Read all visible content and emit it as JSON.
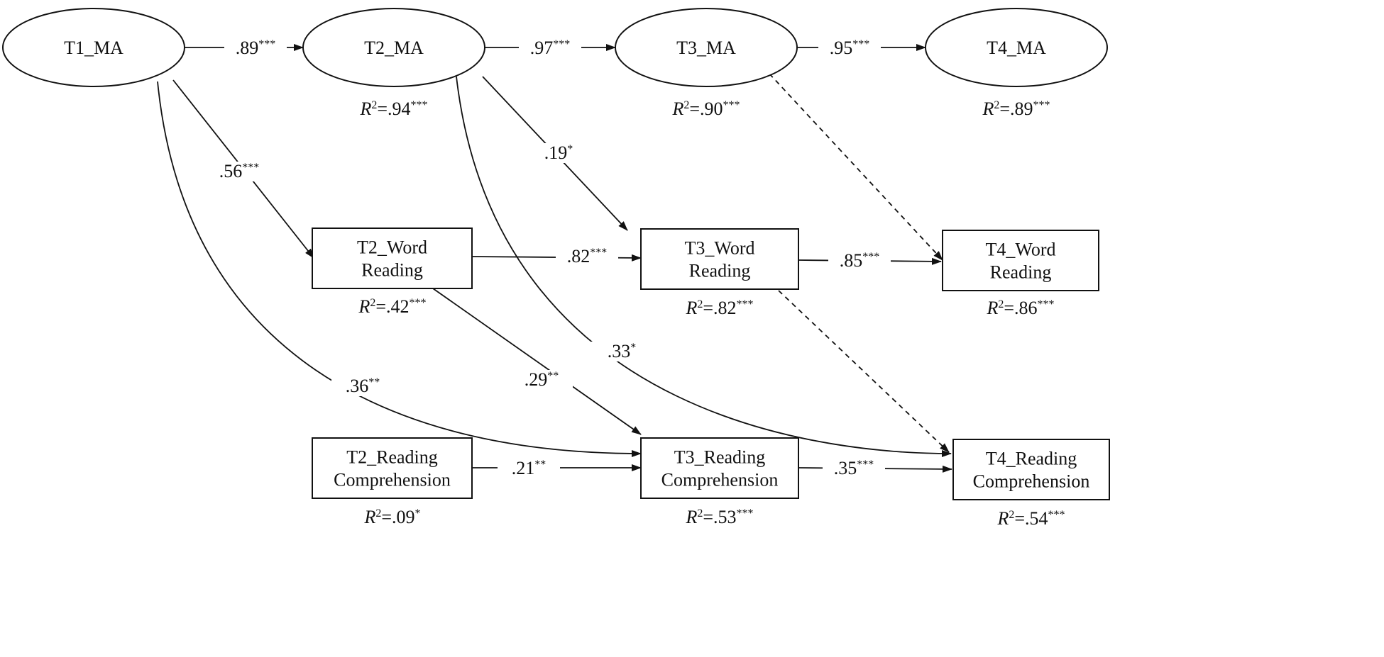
{
  "nodes": [
    {
      "id": "t1_ma",
      "shape": "ellipse",
      "lines": [
        "T1_MA"
      ],
      "r2": null
    },
    {
      "id": "t2_ma",
      "shape": "ellipse",
      "lines": [
        "T2_MA"
      ],
      "r2": {
        "prefix": "R",
        "sup": "2",
        "value": "=.94",
        "sig": "***"
      }
    },
    {
      "id": "t3_ma",
      "shape": "ellipse",
      "lines": [
        "T3_MA"
      ],
      "r2": {
        "prefix": "R",
        "sup": "2",
        "value": "=.90",
        "sig": "***"
      }
    },
    {
      "id": "t4_ma",
      "shape": "ellipse",
      "lines": [
        "T4_MA"
      ],
      "r2": {
        "prefix": "R",
        "sup": "2",
        "value": "=.89",
        "sig": "***"
      }
    },
    {
      "id": "t2_wr",
      "shape": "rect",
      "lines": [
        "T2_Word",
        "Reading"
      ],
      "r2": {
        "prefix": "R",
        "sup": "2",
        "value": "=.42",
        "sig": "***"
      }
    },
    {
      "id": "t3_wr",
      "shape": "rect",
      "lines": [
        "T3_Word",
        "Reading"
      ],
      "r2": {
        "prefix": "R",
        "sup": "2",
        "value": "=.82",
        "sig": "***"
      }
    },
    {
      "id": "t4_wr",
      "shape": "rect",
      "lines": [
        "T4_Word",
        "Reading"
      ],
      "r2": {
        "prefix": "R",
        "sup": "2",
        "value": "=.86",
        "sig": "***"
      }
    },
    {
      "id": "t2_rc",
      "shape": "rect",
      "lines": [
        "T2_Reading",
        "Comprehension"
      ],
      "r2": {
        "prefix": "R",
        "sup": "2",
        "value": "=.09",
        "sig": "*"
      }
    },
    {
      "id": "t3_rc",
      "shape": "rect",
      "lines": [
        "T3_Reading",
        "Comprehension"
      ],
      "r2": {
        "prefix": "R",
        "sup": "2",
        "value": "=.53",
        "sig": "***"
      }
    },
    {
      "id": "t4_rc",
      "shape": "rect",
      "lines": [
        "T4_Reading",
        "Comprehension"
      ],
      "r2": {
        "prefix": "R",
        "sup": "2",
        "value": "=.54",
        "sig": "***"
      }
    }
  ],
  "edges": [
    {
      "id": "t1ma_t2ma",
      "from": "t1_ma",
      "to": "t2_ma",
      "coef": ".89",
      "sig": "***",
      "style": "solid"
    },
    {
      "id": "t2ma_t3ma",
      "from": "t2_ma",
      "to": "t3_ma",
      "coef": ".97",
      "sig": "***",
      "style": "solid"
    },
    {
      "id": "t3ma_t4ma",
      "from": "t3_ma",
      "to": "t4_ma",
      "coef": ".95",
      "sig": "***",
      "style": "solid"
    },
    {
      "id": "t1ma_t2wr",
      "from": "t1_ma",
      "to": "t2_wr",
      "coef": ".56",
      "sig": "***",
      "style": "solid"
    },
    {
      "id": "t2ma_t3wr",
      "from": "t2_ma",
      "to": "t3_wr",
      "coef": ".19",
      "sig": "*",
      "style": "solid"
    },
    {
      "id": "t3ma_t4wr",
      "from": "t3_ma",
      "to": "t4_wr",
      "coef": "",
      "sig": "",
      "style": "dashed"
    },
    {
      "id": "t2wr_t3wr",
      "from": "t2_wr",
      "to": "t3_wr",
      "coef": ".82",
      "sig": "***",
      "style": "solid"
    },
    {
      "id": "t3wr_t4wr",
      "from": "t3_wr",
      "to": "t4_wr",
      "coef": ".85",
      "sig": "***",
      "style": "solid"
    },
    {
      "id": "t1ma_t3rc",
      "from": "t1_ma",
      "to": "t3_rc",
      "coef": ".36",
      "sig": "**",
      "style": "solid"
    },
    {
      "id": "t2wr_t3rc",
      "from": "t2_wr",
      "to": "t3_rc",
      "coef": ".29",
      "sig": "**",
      "style": "solid"
    },
    {
      "id": "t2ma_t4rc",
      "from": "t2_ma",
      "to": "t4_rc",
      "coef": ".33",
      "sig": "*",
      "style": "solid"
    },
    {
      "id": "t3wr_t4rc",
      "from": "t3_wr",
      "to": "t4_rc",
      "coef": "",
      "sig": "",
      "style": "dashed"
    },
    {
      "id": "t2rc_t3rc",
      "from": "t2_rc",
      "to": "t3_rc",
      "coef": ".21",
      "sig": "**",
      "style": "solid"
    },
    {
      "id": "t3rc_t4rc",
      "from": "t3_rc",
      "to": "t4_rc",
      "coef": ".35",
      "sig": "***",
      "style": "solid"
    }
  ]
}
